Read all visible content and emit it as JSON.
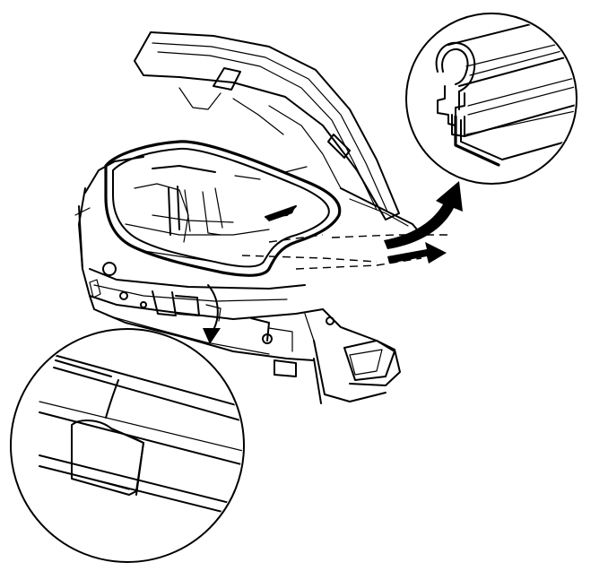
{
  "diagram": {
    "subject": "trunk-weatherstrip-installation",
    "callouts": [
      {
        "id": "upper",
        "shows": "weatherstrip-cross-section"
      },
      {
        "id": "lower",
        "shows": "weatherstrip-joint-at-rear-panel"
      }
    ],
    "colors": {
      "line": "#000000",
      "background": "#ffffff"
    }
  }
}
